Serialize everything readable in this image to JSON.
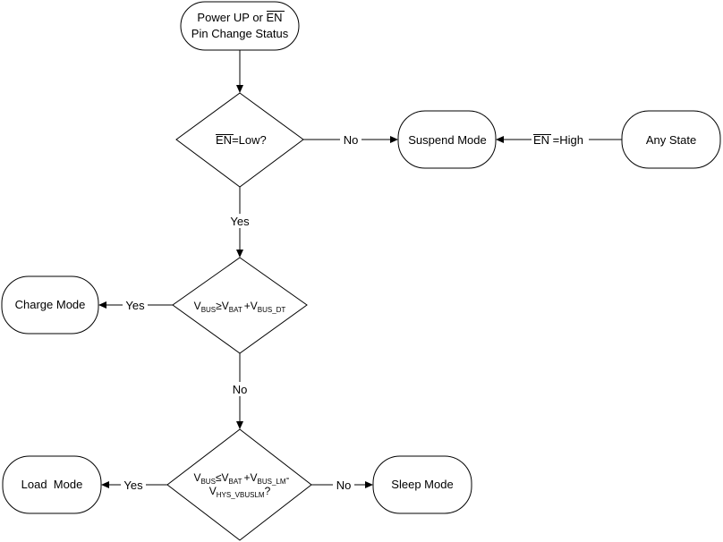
{
  "nodes": {
    "start": {
      "line1_prefix": "Power UP or ",
      "line1_overlined": "EN",
      "line2": "Pin Change Status"
    },
    "en_low": {
      "overlined": "EN",
      "rest": "=Low?"
    },
    "suspend": {
      "label": "Suspend Mode"
    },
    "any_state": {
      "label": "Any State"
    },
    "vbus_check": {
      "v1": "V",
      "s1": "BUS",
      "op": "≥",
      "v2": "V",
      "s2": "BAT",
      "plus": "+",
      "v3": "V",
      "s3": "BUS_DT"
    },
    "charge": {
      "label": "Charge Mode"
    },
    "load_check": {
      "v1": "V",
      "s1": "BUS",
      "op": "≤",
      "v2": "V",
      "s2": "BAT",
      "plus": "+",
      "v3": "V",
      "s3": "BUS_LM",
      "minus": "-",
      "v4": "V",
      "s4": "HYS_VBUSLM",
      "q": "?"
    },
    "load": {
      "label": "Load  Mode"
    },
    "sleep": {
      "label": "Sleep Mode"
    }
  },
  "edges": {
    "en_low_no": "No",
    "en_low_yes": "Yes",
    "en_high": {
      "overlined": "EN",
      "rest": " =High"
    },
    "vbus_yes": "Yes",
    "vbus_no": "No",
    "load_yes": "Yes",
    "load_no": "No"
  }
}
